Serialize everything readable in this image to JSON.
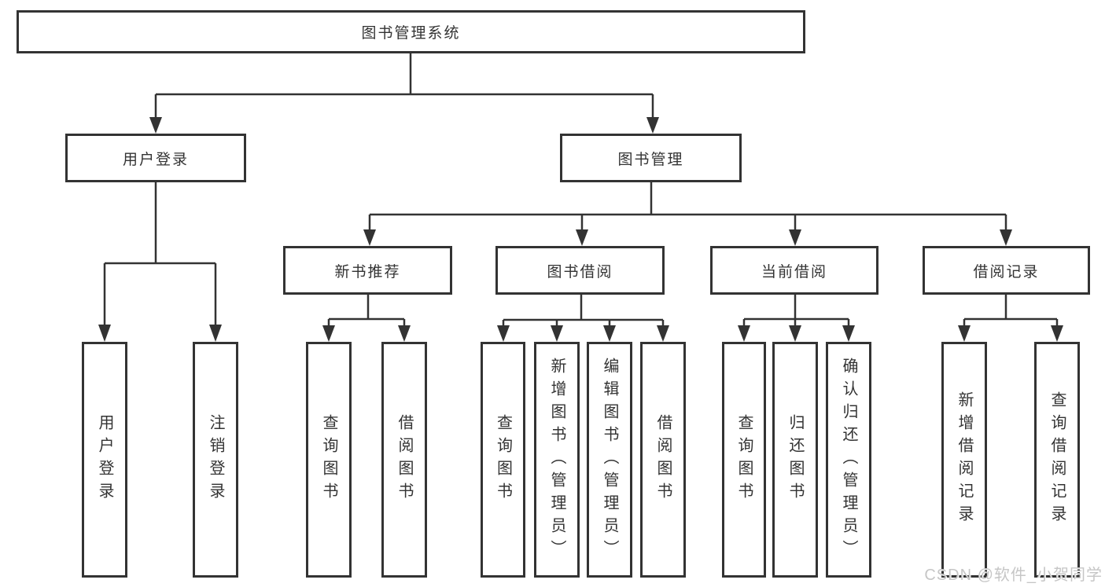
{
  "diagram": {
    "root": {
      "label": "图书管理系统"
    },
    "level2": [
      {
        "label": "用户登录"
      },
      {
        "label": "图书管理"
      }
    ],
    "level3": [
      {
        "label": "新书推荐"
      },
      {
        "label": "图书借阅"
      },
      {
        "label": "当前借阅"
      },
      {
        "label": "借阅记录"
      }
    ],
    "leaves": {
      "user_login": [
        {
          "label": "用户登录"
        },
        {
          "label": "注销登录"
        }
      ],
      "new_book": [
        {
          "label": "查询图书"
        },
        {
          "label": "借阅图书"
        }
      ],
      "book_borrow": [
        {
          "label": "查询图书"
        },
        {
          "label": "新增图书（管理员）"
        },
        {
          "label": "编辑图书（管理员）"
        },
        {
          "label": "借阅图书"
        }
      ],
      "current_borrow": [
        {
          "label": "查询图书"
        },
        {
          "label": "归还图书"
        },
        {
          "label": "确认归还（管理员）"
        }
      ],
      "borrow_records": [
        {
          "label": "新增借阅记录"
        },
        {
          "label": "查询借阅记录"
        }
      ]
    },
    "watermark": "CSDN @软件_小贺同学",
    "colors": {
      "line": "#333333",
      "text": "#333333",
      "box_bg": "#ffffff",
      "watermark": "#c6c6c6"
    }
  }
}
